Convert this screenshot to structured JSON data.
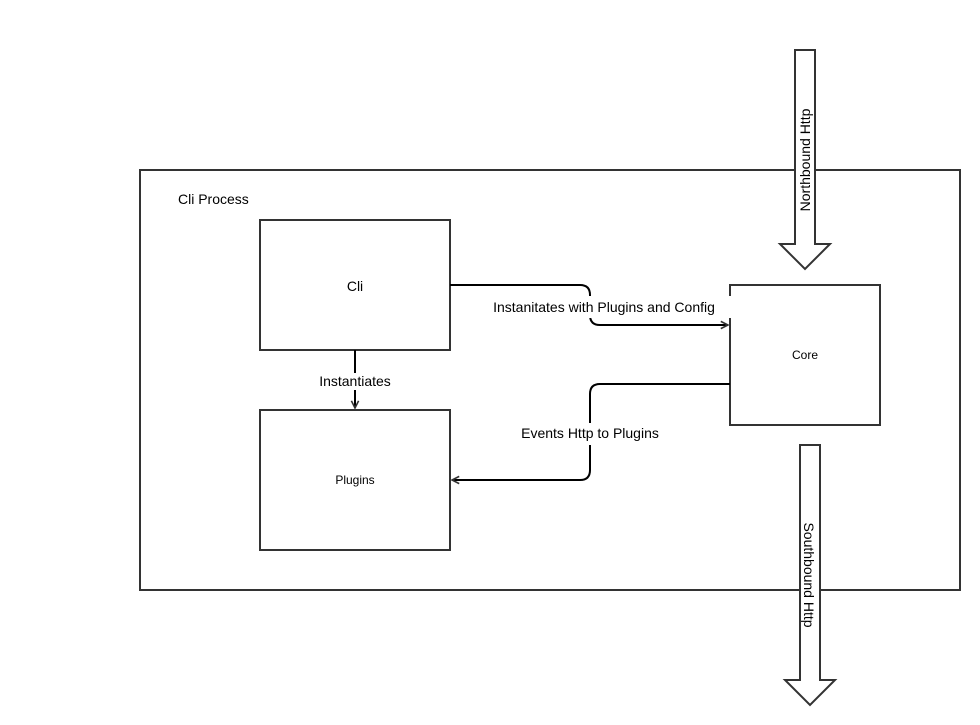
{
  "container": {
    "label": "Cli Process"
  },
  "nodes": {
    "cli": {
      "label": "Cli"
    },
    "plugins": {
      "label": "Plugins"
    },
    "core": {
      "label": "Core"
    }
  },
  "edges": {
    "cli_to_plugins": {
      "label": "Instantiates"
    },
    "cli_to_core": {
      "label": "Instanitates with Plugins and Config"
    },
    "core_to_plugins": {
      "label": "Events Http to Plugins"
    }
  },
  "external": {
    "northbound": {
      "label": "Northbound Http"
    },
    "southbound": {
      "label": "Southbound Http"
    }
  },
  "colors": {
    "stroke": "#333333",
    "background": "#ffffff",
    "text": "#000000"
  }
}
